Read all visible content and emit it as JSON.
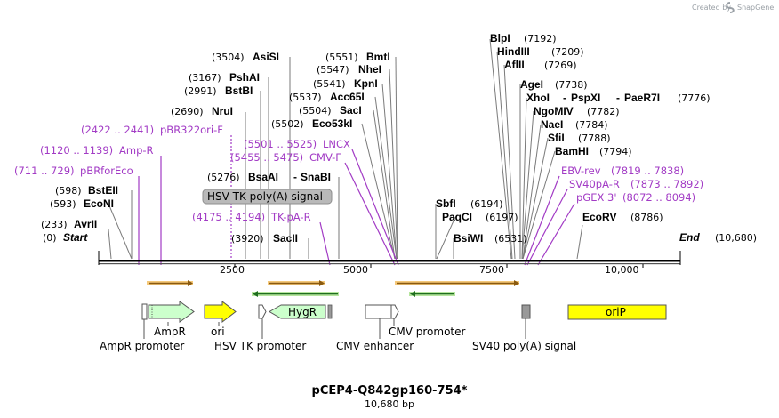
{
  "credit": {
    "text": "Created by",
    "brand": "SnapGene"
  },
  "map": {
    "title": "pCEP4-Q842gp160-754*",
    "length_label": "10,680 bp",
    "length": 10680,
    "start_label": "Start",
    "start_num": "(0)",
    "end_label": "End",
    "end_num": "(10,680)",
    "ticks": [
      {
        "bp": 2500,
        "label": "2500"
      },
      {
        "bp": 5000,
        "label": "5000"
      },
      {
        "bp": 7500,
        "label": "7500"
      },
      {
        "bp": 10000,
        "label": "10,000"
      }
    ]
  },
  "sites": [
    {
      "name": "AvrII",
      "pos": "(233)",
      "bp": 233,
      "side": "right"
    },
    {
      "name": "EcoNI",
      "pos": "(593)",
      "bp": 593,
      "side": "right"
    },
    {
      "name": "BstEII",
      "pos": "(598)",
      "bp": 598,
      "side": "right"
    },
    {
      "name": "NruI",
      "pos": "(2690)",
      "bp": 2690,
      "side": "right"
    },
    {
      "name": "BstBI",
      "pos": "(2991)",
      "bp": 2991,
      "side": "right"
    },
    {
      "name": "PshAI",
      "pos": "(3167)",
      "bp": 3167,
      "side": "right"
    },
    {
      "name": "AsiSI",
      "pos": "(3504)",
      "bp": 3504,
      "side": "right"
    },
    {
      "name": "SacII",
      "pos": "(3920)",
      "bp": 3920,
      "side": "right"
    },
    {
      "name": "BsaAI",
      "pos": "(5276)",
      "bp": 5276,
      "side": "left",
      "extra": "SnaBI"
    },
    {
      "name": "Eco53kI",
      "pos": "(5502)",
      "bp": 5502,
      "side": "left"
    },
    {
      "name": "SacI",
      "pos": "(5504)",
      "bp": 5504,
      "side": "left"
    },
    {
      "name": "Acc65I",
      "pos": "(5537)",
      "bp": 5537,
      "side": "left"
    },
    {
      "name": "KpnI",
      "pos": "(5541)",
      "bp": 5541,
      "side": "left"
    },
    {
      "name": "NheI",
      "pos": "(5547)",
      "bp": 5547,
      "side": "left"
    },
    {
      "name": "BmtI",
      "pos": "(5551)",
      "bp": 5551,
      "side": "left"
    },
    {
      "name": "SbfI",
      "pos": "(6194)",
      "bp": 6194,
      "side": "right"
    },
    {
      "name": "PaqCI",
      "pos": "(6197)",
      "bp": 6197,
      "side": "right"
    },
    {
      "name": "BsiWI",
      "pos": "(6531)",
      "bp": 6531,
      "side": "right"
    },
    {
      "name": "BlpI",
      "pos": "(7192)",
      "bp": 7192,
      "side": "right"
    },
    {
      "name": "HindIII",
      "pos": "(7209)",
      "bp": 7209,
      "side": "right"
    },
    {
      "name": "AflII",
      "pos": "(7269)",
      "bp": 7269,
      "side": "right"
    },
    {
      "name": "AgeI",
      "pos": "(7738)",
      "bp": 7738,
      "side": "right"
    },
    {
      "name": "XhoI",
      "pos": "(7776)",
      "bp": 7776,
      "side": "right",
      "extra": "PspXI",
      "extra2": "PaeR7I"
    },
    {
      "name": "NgoMIV",
      "pos": "(7782)",
      "bp": 7782,
      "side": "right"
    },
    {
      "name": "NaeI",
      "pos": "(7784)",
      "bp": 7784,
      "side": "right"
    },
    {
      "name": "SfiI",
      "pos": "(7788)",
      "bp": 7788,
      "side": "right"
    },
    {
      "name": "BamHI",
      "pos": "(7794)",
      "bp": 7794,
      "side": "right"
    },
    {
      "name": "EcoRV",
      "pos": "(8786)",
      "bp": 8786,
      "side": "right"
    }
  ],
  "primers": [
    {
      "name": "pBRforEco",
      "range": "(711 .. 729)",
      "bp": 720
    },
    {
      "name": "Amp-R",
      "range": "(1120 .. 1139)",
      "bp": 1130
    },
    {
      "name": "pBR322ori-F",
      "range": "(2422 .. 2441)",
      "bp": 2432
    },
    {
      "name": "LNCX",
      "range": "(5501 .. 5525)",
      "bp": 5513
    },
    {
      "name": "CMV-F",
      "range": "(5455 .. 5475)",
      "bp": 5465
    },
    {
      "name": "TK-pA-R",
      "range": "(4175 .. 4194)",
      "bp": 4185
    },
    {
      "name": "EBV-rev",
      "range": "(7819 .. 7838)",
      "bp": 7828
    },
    {
      "name": "SV40pA-R",
      "range": "(7873 .. 7892)",
      "bp": 7882
    },
    {
      "name": "pGEX 3'",
      "range": "(8072 .. 8094)",
      "bp": 8083
    }
  ],
  "highlight_label": "HSV TK poly(A) signal",
  "features": [
    {
      "name": "AmpR promoter",
      "kind": "promoter"
    },
    {
      "name": "AmpR",
      "kind": "cds",
      "color": "#ccffcc"
    },
    {
      "name": "ori",
      "kind": "origin",
      "color": "#ffff00"
    },
    {
      "name": "HSV TK promoter",
      "kind": "promoter"
    },
    {
      "name": "HygR",
      "kind": "cds",
      "color": "#ccffcc"
    },
    {
      "name": "CMV enhancer",
      "kind": "enhancer"
    },
    {
      "name": "CMV promoter",
      "kind": "promoter"
    },
    {
      "name": "SV40 poly(A) signal",
      "kind": "terminator",
      "color": "#999999"
    },
    {
      "name": "oriP",
      "kind": "origin",
      "color": "#ffff00"
    }
  ],
  "colors": {
    "primer": "#a23bc5",
    "orf": "#e8a23a",
    "orf_rev": "#5cb85c",
    "backbone": "#000000"
  }
}
